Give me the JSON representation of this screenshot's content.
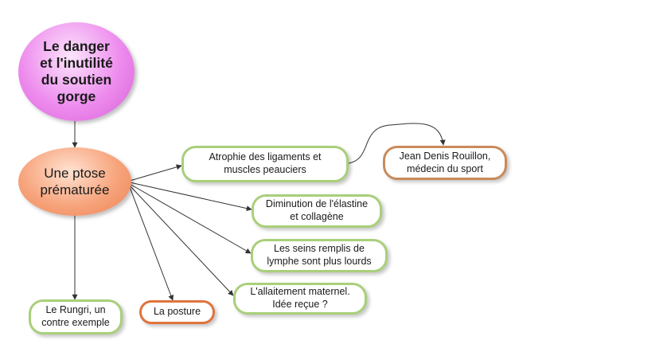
{
  "nodes": {
    "root": {
      "label": "Le danger\net l'inutilité\ndu soutien\ngorge"
    },
    "ptose": {
      "label": "Une ptose\nprématurée"
    },
    "atrophie": {
      "label": "Atrophie des ligaments et\nmuscles peauciers"
    },
    "rouillon": {
      "label": "Jean Denis Rouillon,\nmédecin du sport"
    },
    "elastine": {
      "label": "Diminution de l'élastine\net collagène"
    },
    "seins": {
      "label": "Les seins remplis de\nlymphe sont plus lourds"
    },
    "allaitement": {
      "label": "L'allaitement maternel.\nIdée reçue ?"
    },
    "posture": {
      "label": "La posture"
    },
    "rungri": {
      "label": "Le Rungri, un\ncontre exemple"
    }
  },
  "colors": {
    "root_fill": "#ee8cee",
    "ptose_fill": "#f7a47c",
    "green_border": "#a9cf7a",
    "orange_border": "#e0733c",
    "brown_border": "#c98a5a",
    "connector": "#333333"
  }
}
